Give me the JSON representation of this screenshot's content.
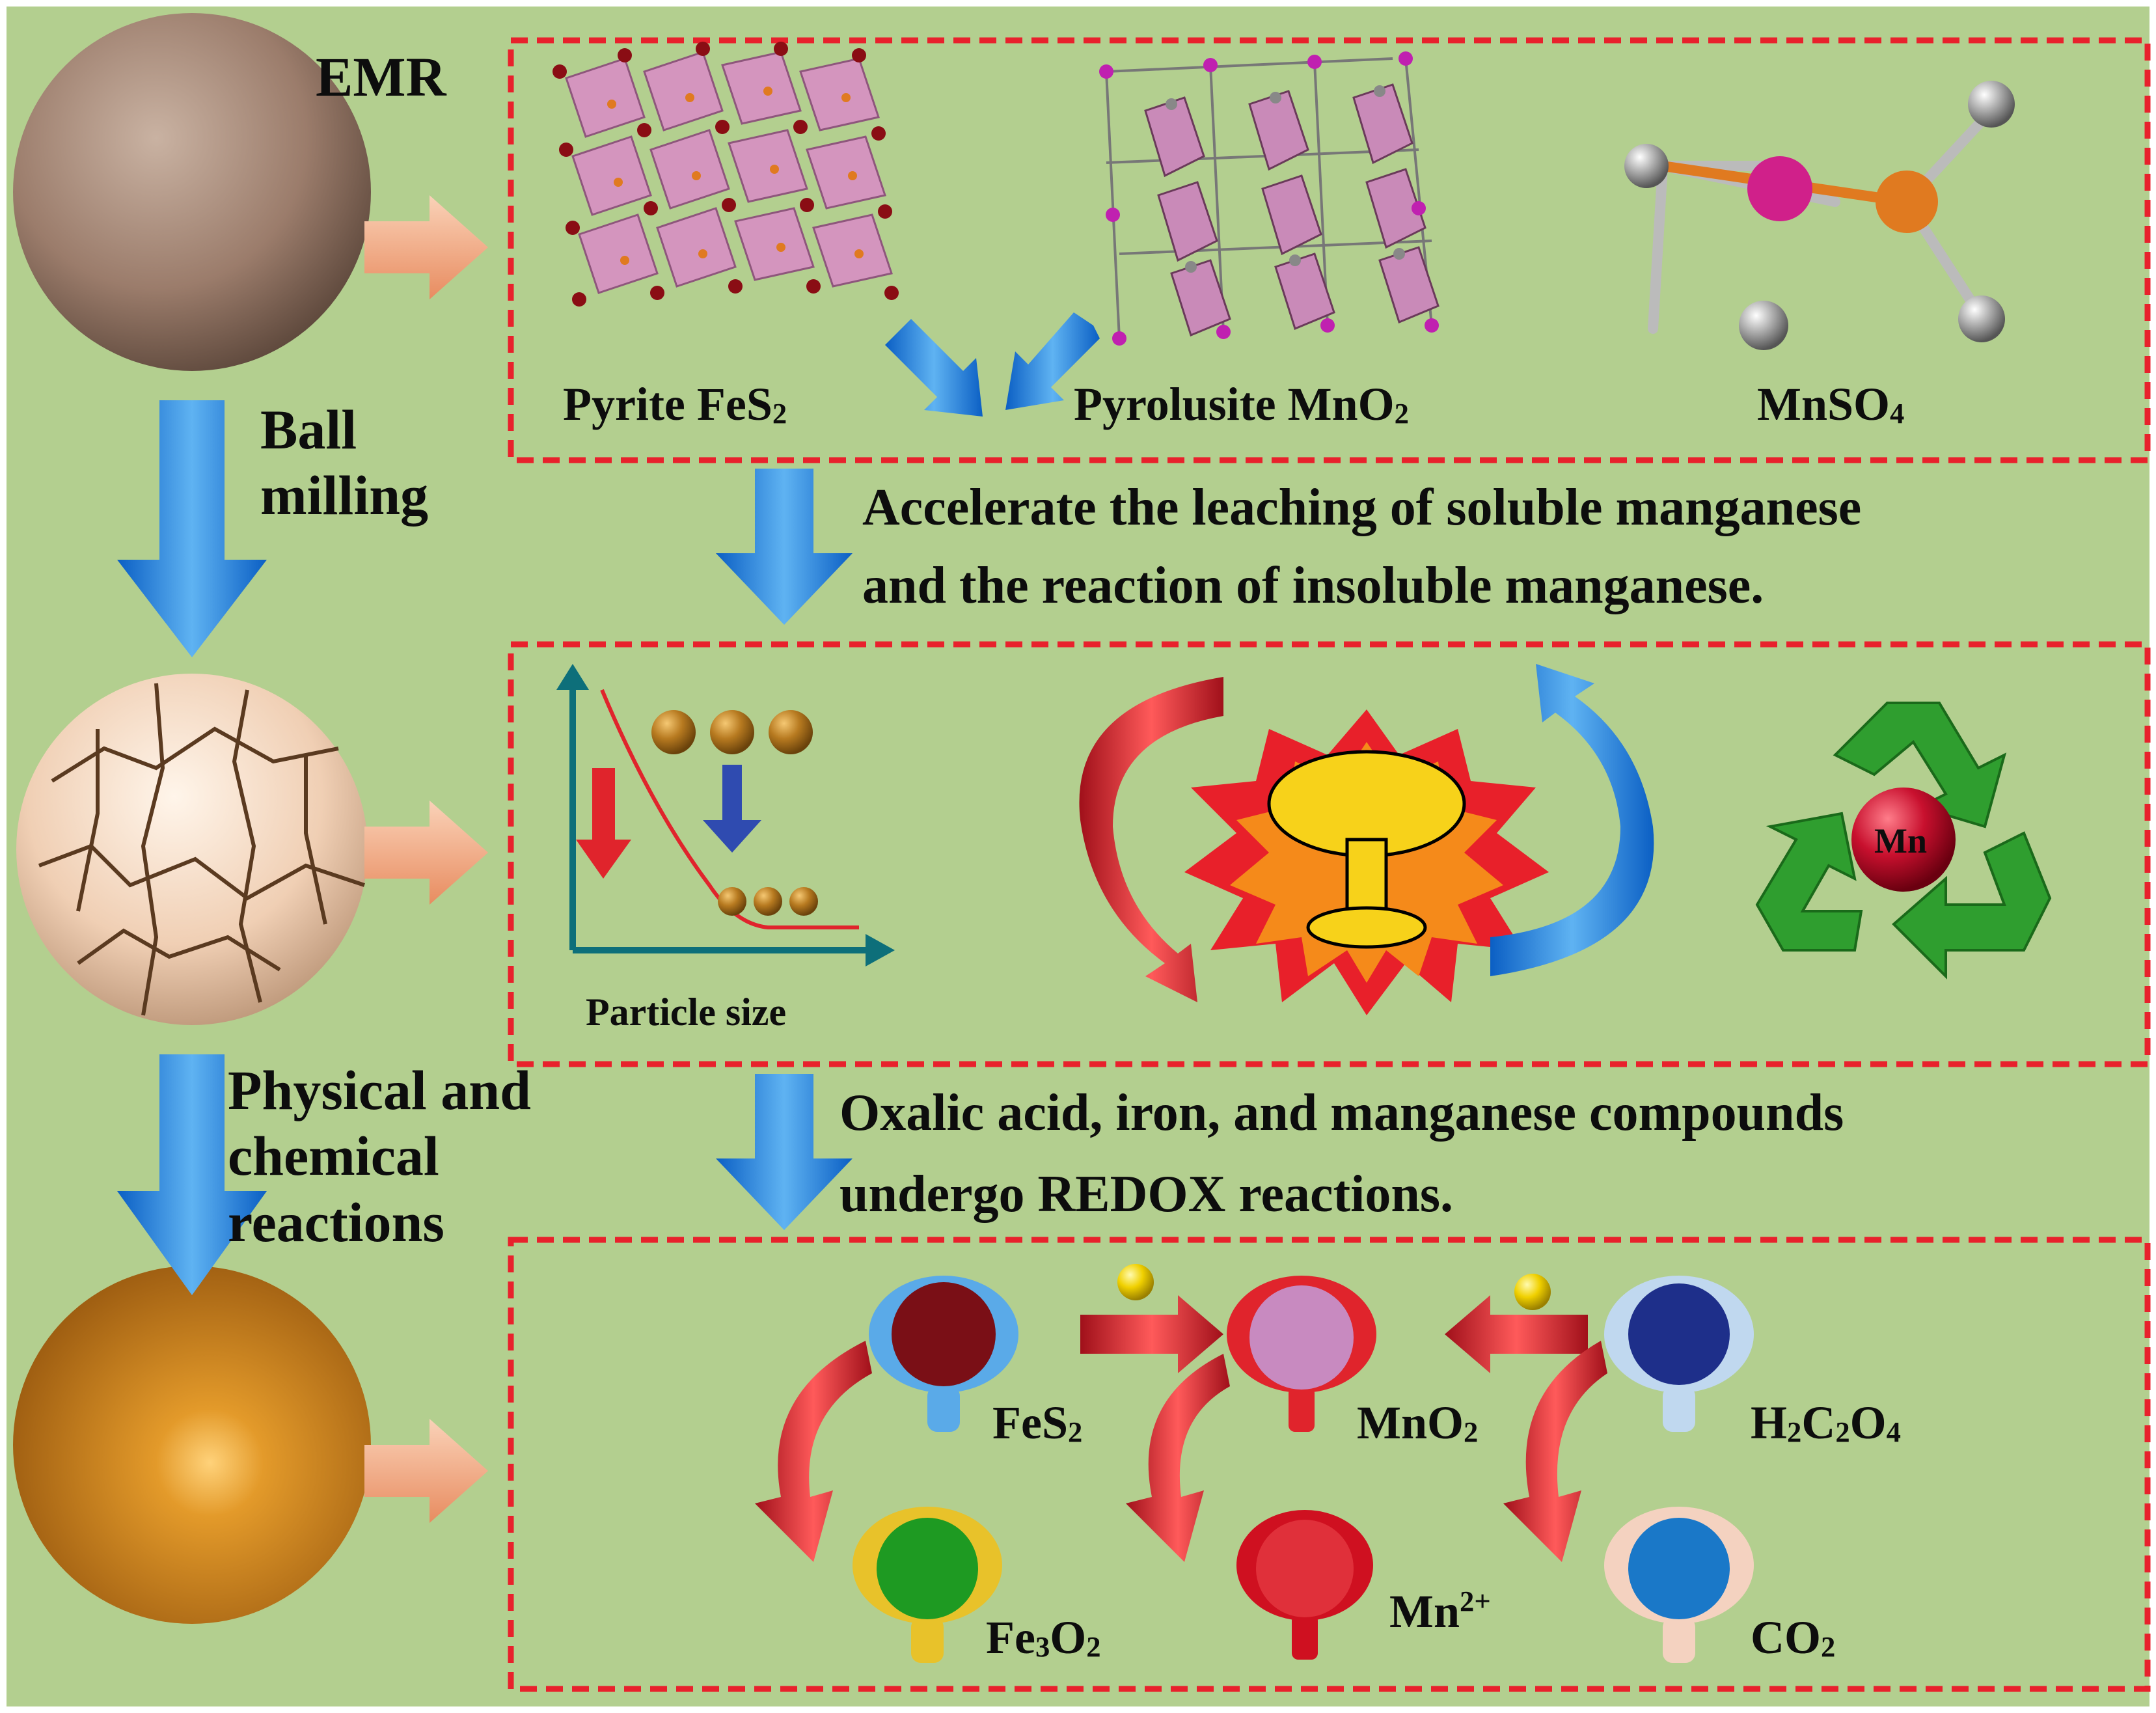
{
  "labels": {
    "emr": "EMR",
    "ball_milling_line1": "Ball",
    "ball_milling_line2": "milling",
    "physchem_line1": "Physical and",
    "physchem_line2": "chemical",
    "physchem_line3": "reactions",
    "pyrite": "Pyrite FeS",
    "pyrite_sub": "2",
    "pyrolusite": "Pyrolusite MnO",
    "pyrolusite_sub": "2",
    "mnso4": "MnSO",
    "mnso4_sub": "4",
    "accelerate_line1": "Accelerate the leaching of soluble manganese",
    "accelerate_line2": "and the reaction of insoluble manganese.",
    "particle_size": "Particle size",
    "recycle_center": "Mn",
    "oxalic_line1": "Oxalic acid, iron, and manganese compounds",
    "oxalic_line2": "undergo REDOX reactions.",
    "fes2": "FeS",
    "fes2_sub": "2",
    "mno2": "MnO",
    "mno2_sub": "2",
    "h2c2o4_a": "H",
    "h2c2o4_b": "C",
    "h2c2o4_c": "O",
    "h2c2o4_sub1": "2",
    "h2c2o4_sub2": "2",
    "h2c2o4_sub3": "4",
    "fe3o2_a": "Fe",
    "fe3o2_b": "O",
    "fe3o2_sub1": "3",
    "fe3o2_sub2": "2",
    "mn2": "Mn",
    "mn2_sup": "2+",
    "co2": "CO",
    "co2_sub": "2"
  },
  "colors": {
    "background": "#b3cf8f",
    "dashed_box": "#e8212c",
    "blue_arrow": "#1f86e6",
    "salmon_arrow": "#f1a77f",
    "red_arrow": "#e0242c",
    "emr_sphere": "#a08272",
    "milled_sphere": "#f1d4bd",
    "product_sphere": "#d2871c",
    "recycle_green": "#2f9e2f",
    "mn_ball": "#c8102e"
  },
  "molecule_icons": [
    {
      "name": "fes2",
      "body": "#7a0f16",
      "frame": "#5aaae8"
    },
    {
      "name": "mno2",
      "body": "#c88ac0",
      "frame": "#e0242c"
    },
    {
      "name": "h2c2o4",
      "body": "#1e2f8a",
      "frame": "#c0d8ef"
    },
    {
      "name": "fe3o2",
      "body": "#1e9a22",
      "frame": "#e8c22a"
    },
    {
      "name": "mn2",
      "body": "#cf1020",
      "frame": "#cf1020"
    },
    {
      "name": "co2",
      "body": "#1a78c8",
      "frame": "#f4d2c0"
    }
  ]
}
